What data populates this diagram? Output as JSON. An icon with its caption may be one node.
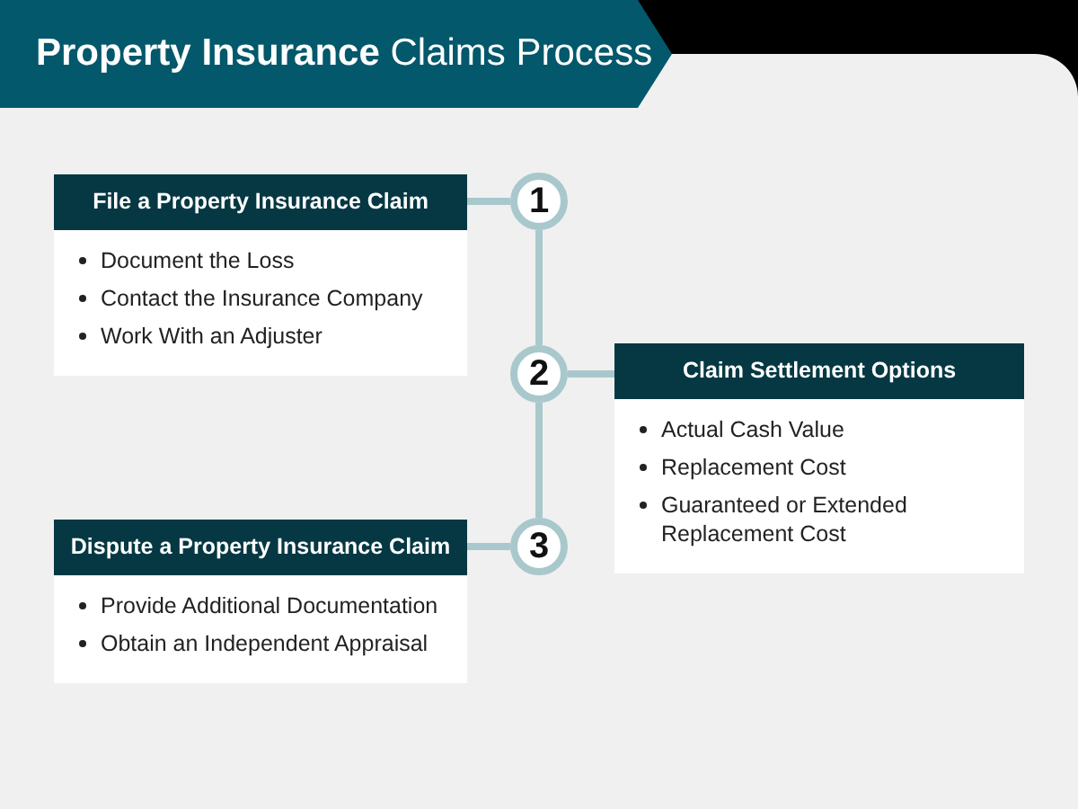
{
  "diagram": {
    "title": "**Property Insurance** Claims Process",
    "nodes": [
      {
        "text": [
          "File a Property Insurance Claim",
          "Document the Loss",
          "Contact the Insurance Company",
          "Work With an Adjuster"
        ]
      },
      {
        "text": [
          "1"
        ]
      },
      {
        "text": [
          "2"
        ]
      },
      {
        "text": [
          "Claim Settlement Options",
          "Actual Cash Value",
          "Replacement Cost",
          "Guaranteed or Extended Replacement Cost"
        ]
      },
      {
        "text": [
          "3"
        ]
      },
      {
        "text": [
          "Dispute a Property Insurance Claim",
          "Provide Additional Documentation",
          "Obtain an Independent Appraisal"
        ]
      }
    ],
    "edges": [
      {
        "from": 0,
        "to": 1,
        "arrow": "none"
      },
      {
        "from": 1,
        "to": 2,
        "arrow": "none"
      },
      {
        "from": 2,
        "to": 3,
        "arrow": "none"
      },
      {
        "from": 2,
        "to": 4,
        "arrow": "none"
      },
      {
        "from": 4,
        "to": 5,
        "arrow": "none"
      }
    ]
  }
}
